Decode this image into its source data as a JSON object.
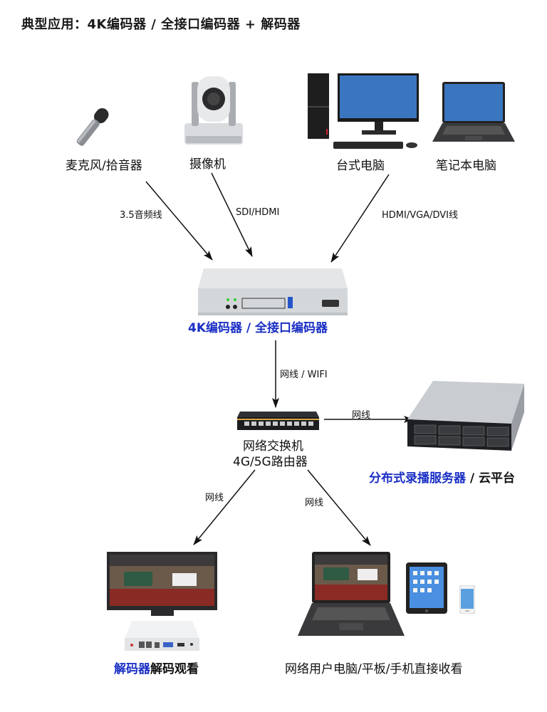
{
  "title": "典型应用：4K编码器 / 全接口编码器 + 解码器",
  "colors": {
    "highlight_blue": "#1a2fc4",
    "text": "#111111",
    "arrow": "#111111"
  },
  "sources": {
    "microphone": {
      "label": "麦克风/拾音器",
      "icon": "microphone-icon"
    },
    "camera": {
      "label": "摄像机",
      "icon": "ptz-camera-icon"
    },
    "desktop": {
      "label": "台式电脑",
      "icon": "desktop-computer-icon"
    },
    "laptop": {
      "label": "笔记本电脑",
      "icon": "laptop-icon"
    }
  },
  "connections": {
    "mic_to_encoder": "3.5音频线",
    "camera_to_encoder": "SDI/HDMI",
    "pc_to_encoder": "HDMI/VGA/DVI线",
    "encoder_to_switch": "网线 / WIFI",
    "switch_to_server": "网线",
    "switch_to_decoder": "网线",
    "switch_to_users": "网线"
  },
  "encoder": {
    "label": "4K编码器 / 全接口编码器",
    "icon": "encoder-device-icon"
  },
  "switch": {
    "line1": "网络交换机",
    "line2": "4G/5G路由器",
    "icon": "network-switch-icon"
  },
  "server": {
    "label_blue": "分布式录播服务器",
    "label_rest": " / 云平台",
    "icon": "rack-server-icon"
  },
  "decoder": {
    "label_blue": "解码器",
    "label_rest": "解码观看",
    "icon": "decoder-box-icon"
  },
  "users": {
    "label": "网络用户电脑/平板/手机直接收看",
    "icons": [
      "laptop-icon",
      "tablet-icon",
      "smartphone-icon"
    ]
  }
}
